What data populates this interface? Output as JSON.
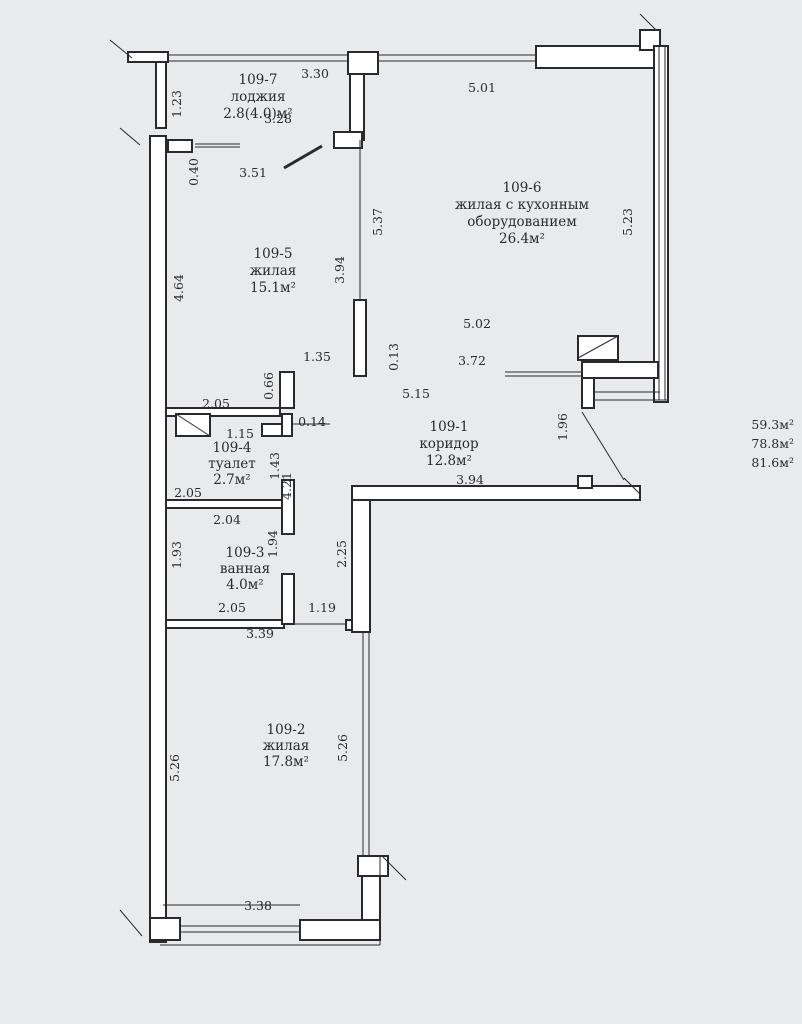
{
  "rooms": [
    {
      "key": "r7",
      "id": "109-7",
      "lines": [
        "лоджия",
        "2.8(4.0)м²"
      ]
    },
    {
      "key": "r6",
      "id": "109-6",
      "lines": [
        "жилая с кухонным",
        "оборудованием",
        "26.4м²"
      ]
    },
    {
      "key": "r5",
      "id": "109-5",
      "lines": [
        "жилая",
        "15.1м²"
      ]
    },
    {
      "key": "r4",
      "id": "109-4",
      "lines": [
        "туалет",
        "2.7м²"
      ]
    },
    {
      "key": "r1",
      "id": "109-1",
      "lines": [
        "коридор",
        "12.8м²"
      ]
    },
    {
      "key": "r3",
      "id": "109-3",
      "lines": [
        "ванная",
        "4.0м²"
      ]
    },
    {
      "key": "r2",
      "id": "109-2",
      "lines": [
        "жилая",
        "17.8м²"
      ]
    }
  ],
  "dimensions": [
    {
      "key": "d1",
      "value": "3.30"
    },
    {
      "key": "d2",
      "value": "5.01"
    },
    {
      "key": "d3",
      "value": "1.23"
    },
    {
      "key": "d4",
      "value": "3.28"
    },
    {
      "key": "d5",
      "value": "0.40"
    },
    {
      "key": "d6",
      "value": "3.51"
    },
    {
      "key": "d7",
      "value": "5.37"
    },
    {
      "key": "d8",
      "value": "5.23"
    },
    {
      "key": "d9",
      "value": "4.64"
    },
    {
      "key": "d10",
      "value": "3.94"
    },
    {
      "key": "d11",
      "value": "5.02"
    },
    {
      "key": "d12",
      "value": "0.13"
    },
    {
      "key": "d13",
      "value": "1.35"
    },
    {
      "key": "d14",
      "value": "3.72"
    },
    {
      "key": "d15",
      "value": "0.66"
    },
    {
      "key": "d16",
      "value": "5.15"
    },
    {
      "key": "d17",
      "value": "2.05"
    },
    {
      "key": "d18",
      "value": "1.96"
    },
    {
      "key": "d19",
      "value": "1.15"
    },
    {
      "key": "d20",
      "value": "0.14"
    },
    {
      "key": "d21",
      "value": "1.43"
    },
    {
      "key": "d22",
      "value": "4.21"
    },
    {
      "key": "d23",
      "value": "3.94"
    },
    {
      "key": "d24",
      "value": "2.05"
    },
    {
      "key": "d25",
      "value": "2.04"
    },
    {
      "key": "d26",
      "value": "1.94"
    },
    {
      "key": "d27",
      "value": "2.25"
    },
    {
      "key": "d28",
      "value": "1.93"
    },
    {
      "key": "d29",
      "value": "2.05"
    },
    {
      "key": "d30",
      "value": "1.19"
    },
    {
      "key": "d31",
      "value": "3.39"
    },
    {
      "key": "d32",
      "value": "5.26"
    },
    {
      "key": "d33",
      "value": "5.26"
    },
    {
      "key": "d34",
      "value": "3.38"
    }
  ],
  "totals": [
    "59.3м²",
    "78.8м²",
    "81.6м²"
  ],
  "colors": {
    "wall": "#2a2a2e",
    "fill": "#ffffff",
    "text": "#2b2b2e",
    "background": "#e9eaec"
  }
}
